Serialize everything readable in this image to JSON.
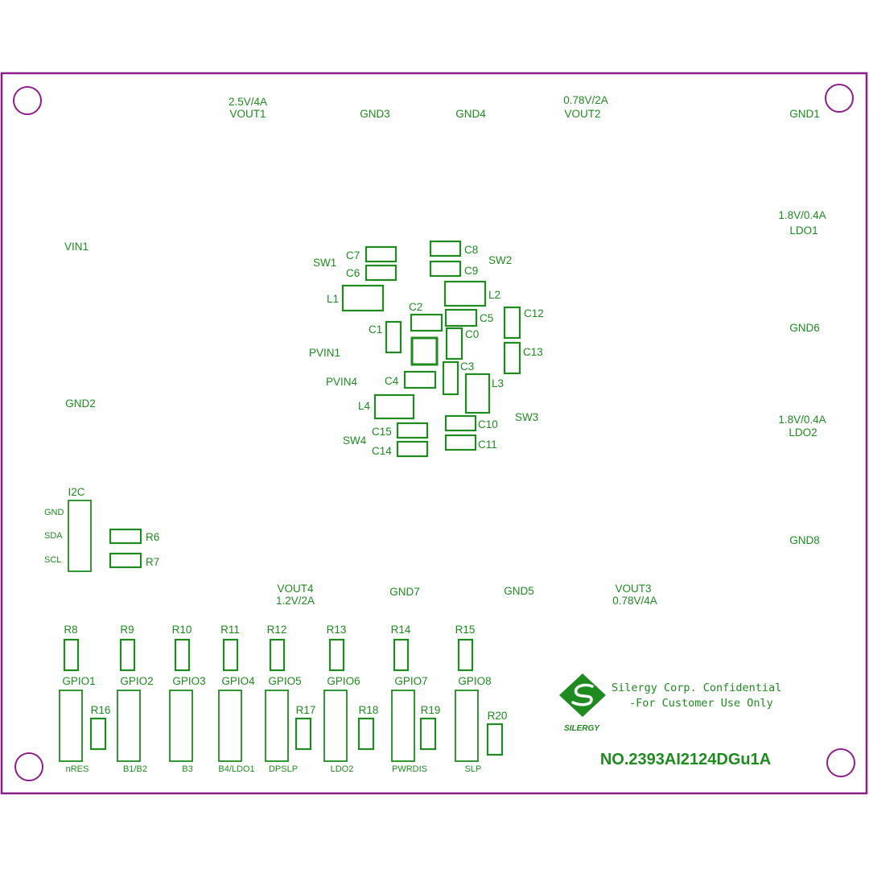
{
  "board": {
    "outline_color": "#8a1f8a",
    "silk_color": "#1f8a1f",
    "part_number": "NO.2393AI2124DGu1A",
    "logo": {
      "brand": "SILERGY",
      "line1": "Silergy Corp. Confidential",
      "line2": "-For Customer Use Only"
    }
  },
  "labels": {
    "vout1_spec": "2.5V/4A",
    "vout1": "VOUT1",
    "gnd3": "GND3",
    "gnd4": "GND4",
    "vout2_spec": "0.78V/2A",
    "vout2": "VOUT2",
    "gnd1": "GND1",
    "ldo1_spec": "1.8V/0.4A",
    "ldo1": "LDO1",
    "vin1": "VIN1",
    "gnd6": "GND6",
    "gnd2": "GND2",
    "ldo2_spec": "1.8V/0.4A",
    "ldo2": "LDO2",
    "gnd8": "GND8",
    "vout4": "VOUT4",
    "vout4_spec": "1.2V/2A",
    "gnd7": "GND7",
    "gnd5": "GND5",
    "vout3": "VOUT3",
    "vout3_spec": "0.78V/4A",
    "sw1": "SW1",
    "sw2": "SW2",
    "sw3": "SW3",
    "sw4": "SW4",
    "pvin1": "PVIN1",
    "pvin4": "PVIN4"
  },
  "components": {
    "c7": "C7",
    "c6": "C6",
    "c8": "C8",
    "c9": "C9",
    "l1": "L1",
    "l2": "L2",
    "l3": "L3",
    "l4": "L4",
    "c2": "C2",
    "c5": "C5",
    "c1": "C1",
    "c0": "C0",
    "c12": "C12",
    "c13": "C13",
    "c3": "C3",
    "c4": "C4",
    "c10": "C10",
    "c11": "C11",
    "c15": "C15",
    "c14": "C14",
    "r6": "R6",
    "r7": "R7"
  },
  "i2c": {
    "title": "I2C",
    "pins": [
      "GND",
      "SDA",
      "SCL"
    ]
  },
  "gpio": {
    "top_resistors": [
      "R8",
      "R9",
      "R10",
      "R11",
      "R12",
      "R13",
      "R14",
      "R15"
    ],
    "headers": [
      "GPIO1",
      "GPIO2",
      "GPIO3",
      "GPIO4",
      "GPIO5",
      "GPIO6",
      "GPIO7",
      "GPIO8"
    ],
    "bottom_labels": [
      "nRES",
      "B1/B2",
      "B3",
      "B4/LDO1",
      "DPSLP",
      "LDO2",
      "PWRDIS",
      "SLP"
    ],
    "side_resistors": [
      "R16",
      "R17",
      "R18",
      "R19",
      "R20"
    ]
  }
}
